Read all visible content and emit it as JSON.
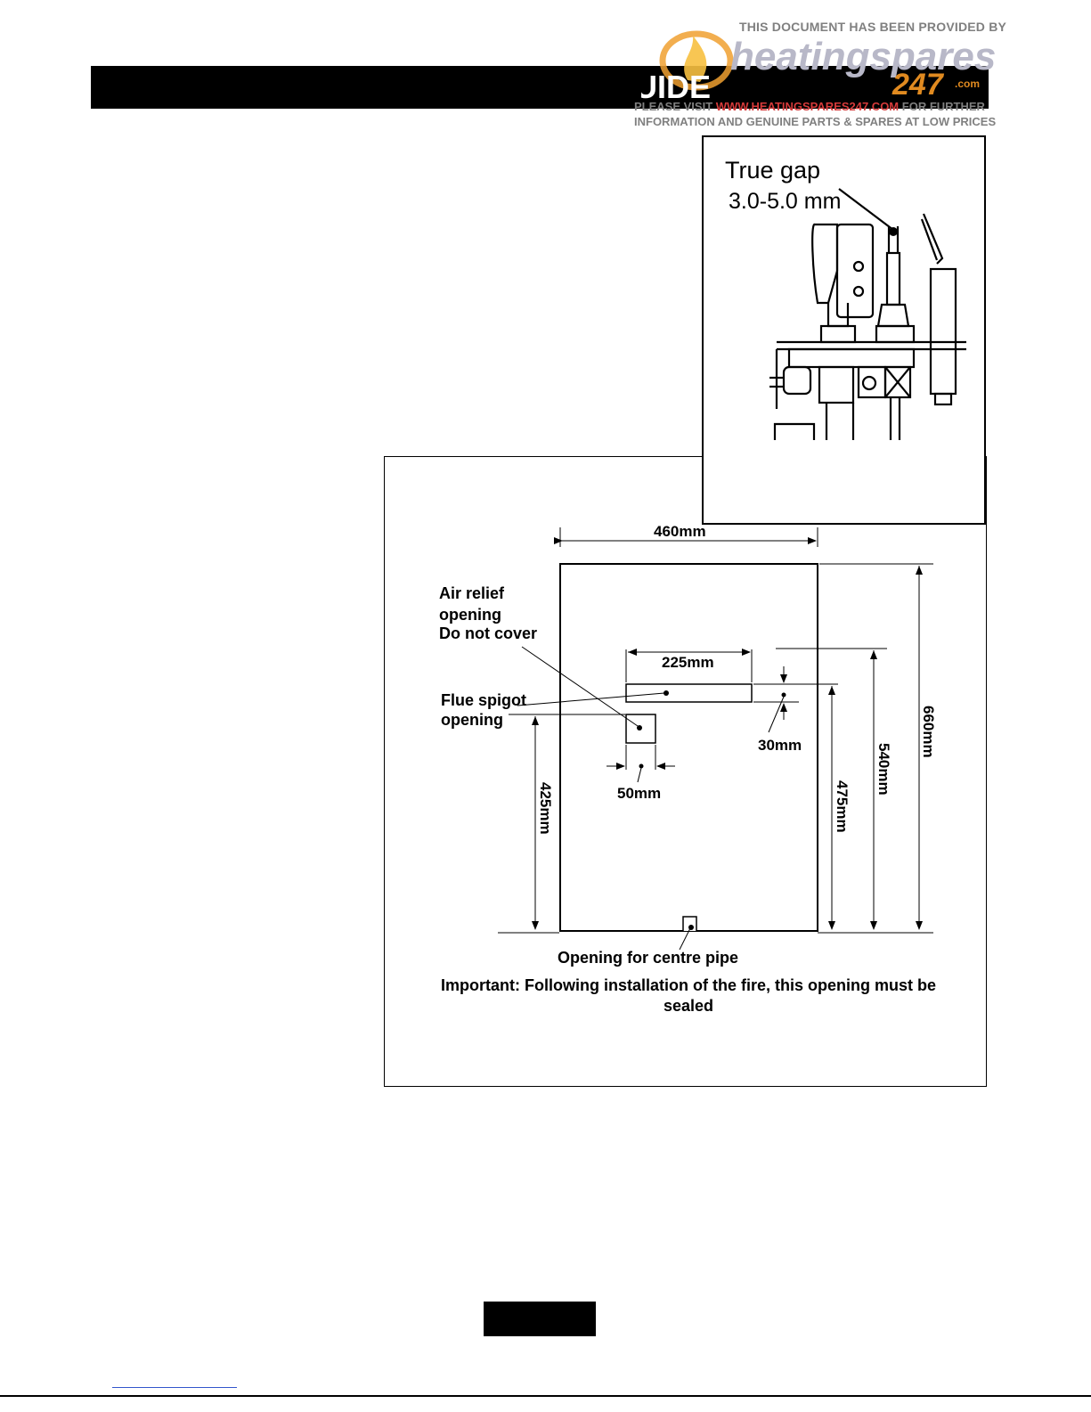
{
  "header": {
    "partial_title": "UIDE"
  },
  "watermark": {
    "top_line": "THIS DOCUMENT HAS BEEN PROVIDED BY",
    "brand_main": "heatingspares",
    "brand_number": "247",
    "brand_suffix": ".com",
    "line1_prefix": "PLEASE VISIT",
    "line1_url": "WWW.HEATINGSPARES247.COM",
    "line1_suffix": "FOR FURTHER",
    "line2": "INFORMATION AND GENUINE PARTS & SPARES AT LOW PRICES",
    "colors": {
      "grey": "#808080",
      "flame": "#f0a030",
      "url": "#d63a3a"
    }
  },
  "pilot_diagram": {
    "label_line1": "True gap",
    "label_line2": "3.0-5.0  mm"
  },
  "template_diagram": {
    "width_label": "460mm",
    "height_total_label": "660mm",
    "height_540_label": "540mm",
    "height_475_label": "475mm",
    "height_425_label": "425mm",
    "slot_width_label": "225mm",
    "slot_height_label": "30mm",
    "square_width_label": "50mm",
    "air_relief_line1": "Air relief",
    "air_relief_line2": "opening",
    "air_relief_line3": "Do not cover",
    "flue_line1": "Flue spigot",
    "flue_line2": "opening",
    "centre_pipe_label": "Opening for centre pipe",
    "important_line1": "Important: Following installation of the fire, this opening must be",
    "important_line2": "sealed"
  }
}
